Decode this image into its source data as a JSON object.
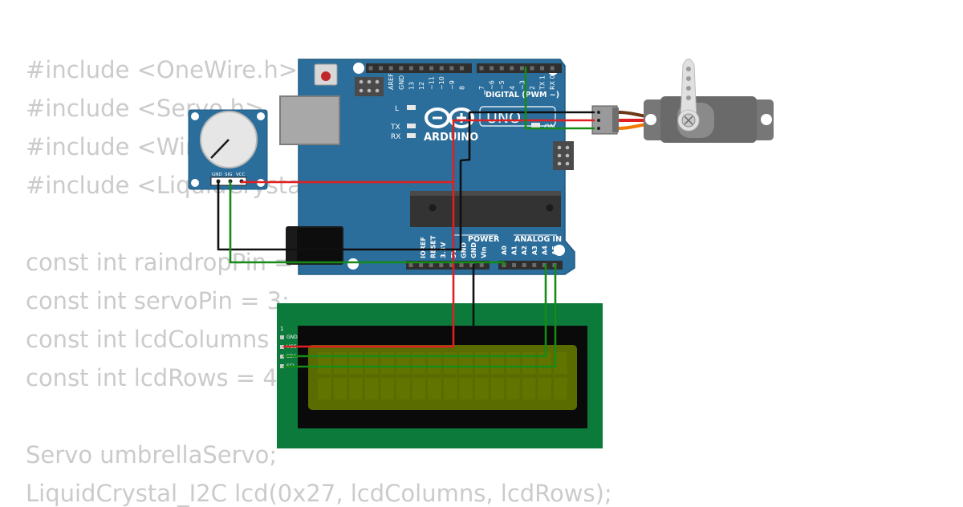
{
  "code": {
    "lines": [
      "#include <OneWire.h>",
      "#include <Servo.h>",
      "#include <Wire.h>",
      "#include <LiquidCrystal_I2C.h>",
      "",
      "const int raindropPin = A0;",
      "const int servoPin = 3;",
      "const int lcdColumns = 16;",
      "const int lcdRows = 4;",
      "",
      "Servo umbrellaServo;",
      "LiquidCrystal_I2C lcd(0x27, lcdColumns, lcdRows);"
    ]
  },
  "arduino": {
    "logo_text": "ARDUINO",
    "model": "UNO",
    "on_label": "ON",
    "digital_label": "DIGITAL (PWM ~)",
    "power_label": "POWER",
    "analog_label": "ANALOG IN",
    "led_labels": [
      "L",
      "TX",
      "RX"
    ],
    "top_pins": [
      "AREF",
      "GND",
      "13",
      "12",
      "~11",
      "~10",
      "~9",
      "8",
      "7",
      "~6",
      "~5",
      "4",
      "~3",
      "2",
      "TX 1",
      "RX 0"
    ],
    "power_pins": [
      "IOREF",
      "RESET",
      "3.3V",
      "5V",
      "GND",
      "GND",
      "Vin"
    ],
    "analog_pins": [
      "A0",
      "A1",
      "A2",
      "A3",
      "A4",
      "A5"
    ]
  },
  "sensor": {
    "pins": [
      "GND",
      "SIG",
      "VCC"
    ]
  },
  "lcd": {
    "pin_index": "1",
    "pins": [
      "GND",
      "VCC",
      "SDA",
      "SCL"
    ]
  },
  "colors": {
    "board": "#2b6e9b",
    "wire_red": "#e02020",
    "wire_black": "#101010",
    "wire_green": "#178a17",
    "wire_orange": "#f07a00",
    "lcd_pcb": "#0c7a3b",
    "lcd_screen": "#5a6b00",
    "code_text": "#cbcbcb"
  }
}
